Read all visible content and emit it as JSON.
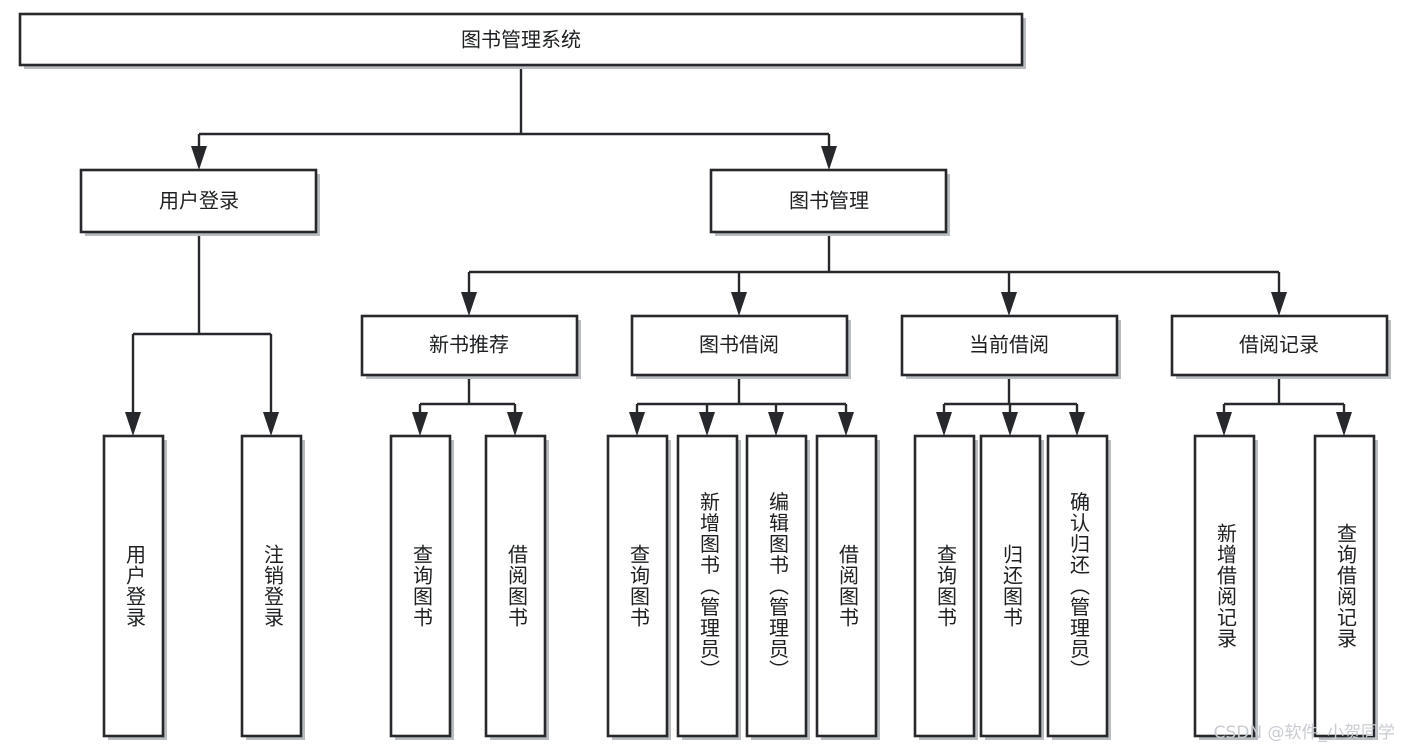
{
  "diagram": {
    "title": "图书管理系统",
    "type": "tree-hierarchy",
    "watermark": "CSDN @软件_小贺同学",
    "colors": {
      "box_stroke": "#26282b",
      "box_fill": "#ffffff",
      "connector": "#26282b",
      "text": "#1d1f21",
      "watermark": "#c9ccd1",
      "background": "#ffffff"
    },
    "levels": {
      "root": "图书管理系统",
      "level2": [
        "用户登录",
        "图书管理"
      ],
      "level3": [
        "新书推荐",
        "图书借阅",
        "当前借阅",
        "借阅记录"
      ],
      "level4_groups": [
        {
          "parent": "用户登录",
          "leaves": [
            "用户登录",
            "注销登录"
          ]
        },
        {
          "parent": "新书推荐",
          "leaves": [
            "查询图书",
            "借阅图书"
          ]
        },
        {
          "parent": "图书借阅",
          "leaves": [
            "查询图书",
            "新增图书（管理员）",
            "编辑图书（管理员）",
            "借阅图书"
          ]
        },
        {
          "parent": "当前借阅",
          "leaves": [
            "查询图书",
            "归还图书",
            "确认归还（管理员）"
          ]
        },
        {
          "parent": "借阅记录",
          "leaves": [
            "新增借阅记录",
            "查询借阅记录"
          ]
        }
      ]
    },
    "nodes": {
      "root": {
        "label": "图书管理系统"
      },
      "user_login": {
        "label": "用户登录"
      },
      "book_manage": {
        "label": "图书管理"
      },
      "new_book_rec": {
        "label": "新书推荐"
      },
      "book_borrow": {
        "label": "图书借阅"
      },
      "current_borrow": {
        "label": "当前借阅"
      },
      "borrow_record": {
        "label": "借阅记录"
      },
      "leaf_user_login": {
        "label": "用户登录"
      },
      "leaf_logout": {
        "label": "注销登录"
      },
      "leaf_query_book_a": {
        "label": "查询图书"
      },
      "leaf_borrow_book_a": {
        "label": "借阅图书"
      },
      "leaf_query_book_b": {
        "label": "查询图书"
      },
      "leaf_add_book": {
        "label": "新增图书（管理员）"
      },
      "leaf_edit_book": {
        "label": "编辑图书（管理员）"
      },
      "leaf_borrow_book_b": {
        "label": "借阅图书"
      },
      "leaf_query_book_c": {
        "label": "查询图书"
      },
      "leaf_return_book": {
        "label": "归还图书"
      },
      "leaf_confirm_return": {
        "label": "确认归还（管理员）"
      },
      "leaf_add_record": {
        "label": "新增借阅记录"
      },
      "leaf_query_record": {
        "label": "查询借阅记录"
      }
    }
  }
}
